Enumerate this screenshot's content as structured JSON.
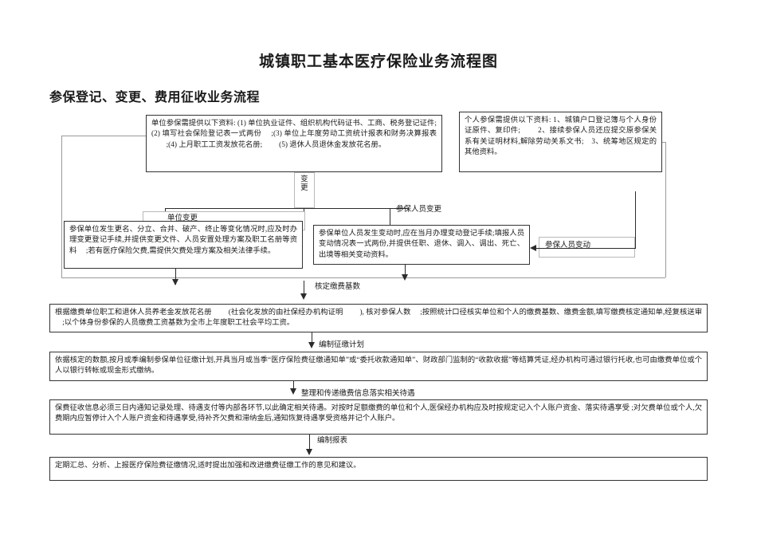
{
  "page": {
    "title": "城镇职工基本医疗保险业务流程图",
    "subtitle": "参保登记、变更、费用征收业务流程"
  },
  "boxes": {
    "unit_requirements": "单位参保需提供以下资料:\n(1) 单位执业证件、组织机构代码证书、工商、税务登记证件;　　　 (2) 填写社会保险登记表一式两份 　;(3) 单位上年度劳动工资统计报表和财务决算报表 　　;(4) 上月职工工资发放花名册;　　 (5) 退休人员退休金发放花名册。",
    "personal_requirements": "个人参保需提供以下资料:\n1、城镇户口登记簿与个人身份证原件、复印件;　　 2、接续参保人员还应提交原参保关系有关证明材料,解除劳动关系文书;　3、统筹地区规定的其他资料。",
    "unit_change_detail": "参保单位发生更名、分立、合并、破产、终止等变化情况时,应及时办理变更登记手续,并提供变更文件、人员安置处理方案及职工名册等资料 　;若有医疗保险欠费,需提供欠费处理方案及相关法律手续。",
    "person_change_detail": "参保单位人员发生变动时,应在当月办理变动登记手续;填报人员变动情况表一式两份,并提供任职、退休、调入、调出、死亡、出境等相关变动资料。",
    "base_detail": "根据缴费单位职工和退休人员养老金发放花名册 　　(社会化发放的由社保经办机构证明 　　), 核对参保人数 　;按照统计口径核实单位和个人的缴费基数、缴费金额,填写缴费核定通知单,经复核送审 　;以个体身份参保的人员缴费工资基数为全市上年度职工社会平均工资。",
    "plan_detail": "依据核定的数额,按月或季编制参保单位征缴计划,开具当月或当季“医疗保险费征缴通知单”或“委托收款通知单”、财政部门监制的“收款收据”等结算凭证,经办机构可通过银行托收,也可由缴费单位或个人以银行转帐或现金形式缴纳。",
    "transfer_detail": "保费征收信息必须三日内通知记录处理、待遇支付等内部各环节,以此确定相关待遇。对按时足额缴费的单位和个人,医保经办机构应及时按规定记入个人账户资金、落实待遇享受 ;对欠费单位或个人,欠费期内应暂停计入个人账户资金和待遇享受,待补齐欠费和滞纳金后,通知恢复待遇享受资格并记个人账户。",
    "report_detail": "定期汇总、分析、上报医疗保险费征缴情况,适时提出加强和改进缴费征缴工作的意见和建议。"
  },
  "labels": {
    "change": "变更",
    "unit_change": "单位变更",
    "person_change": "参保人员变更",
    "person_movement": "参保人员变动",
    "verify_base": "核定缴费基数",
    "make_plan": "编制征缴计划",
    "transfer_info": "整理和传递缴费信息落实相关待遇",
    "make_report": "编制报表"
  },
  "colors": {
    "line": "#2b2b2b",
    "box_border": "#333333",
    "light_border": "#9c9c9c",
    "background": "#ffffff"
  }
}
